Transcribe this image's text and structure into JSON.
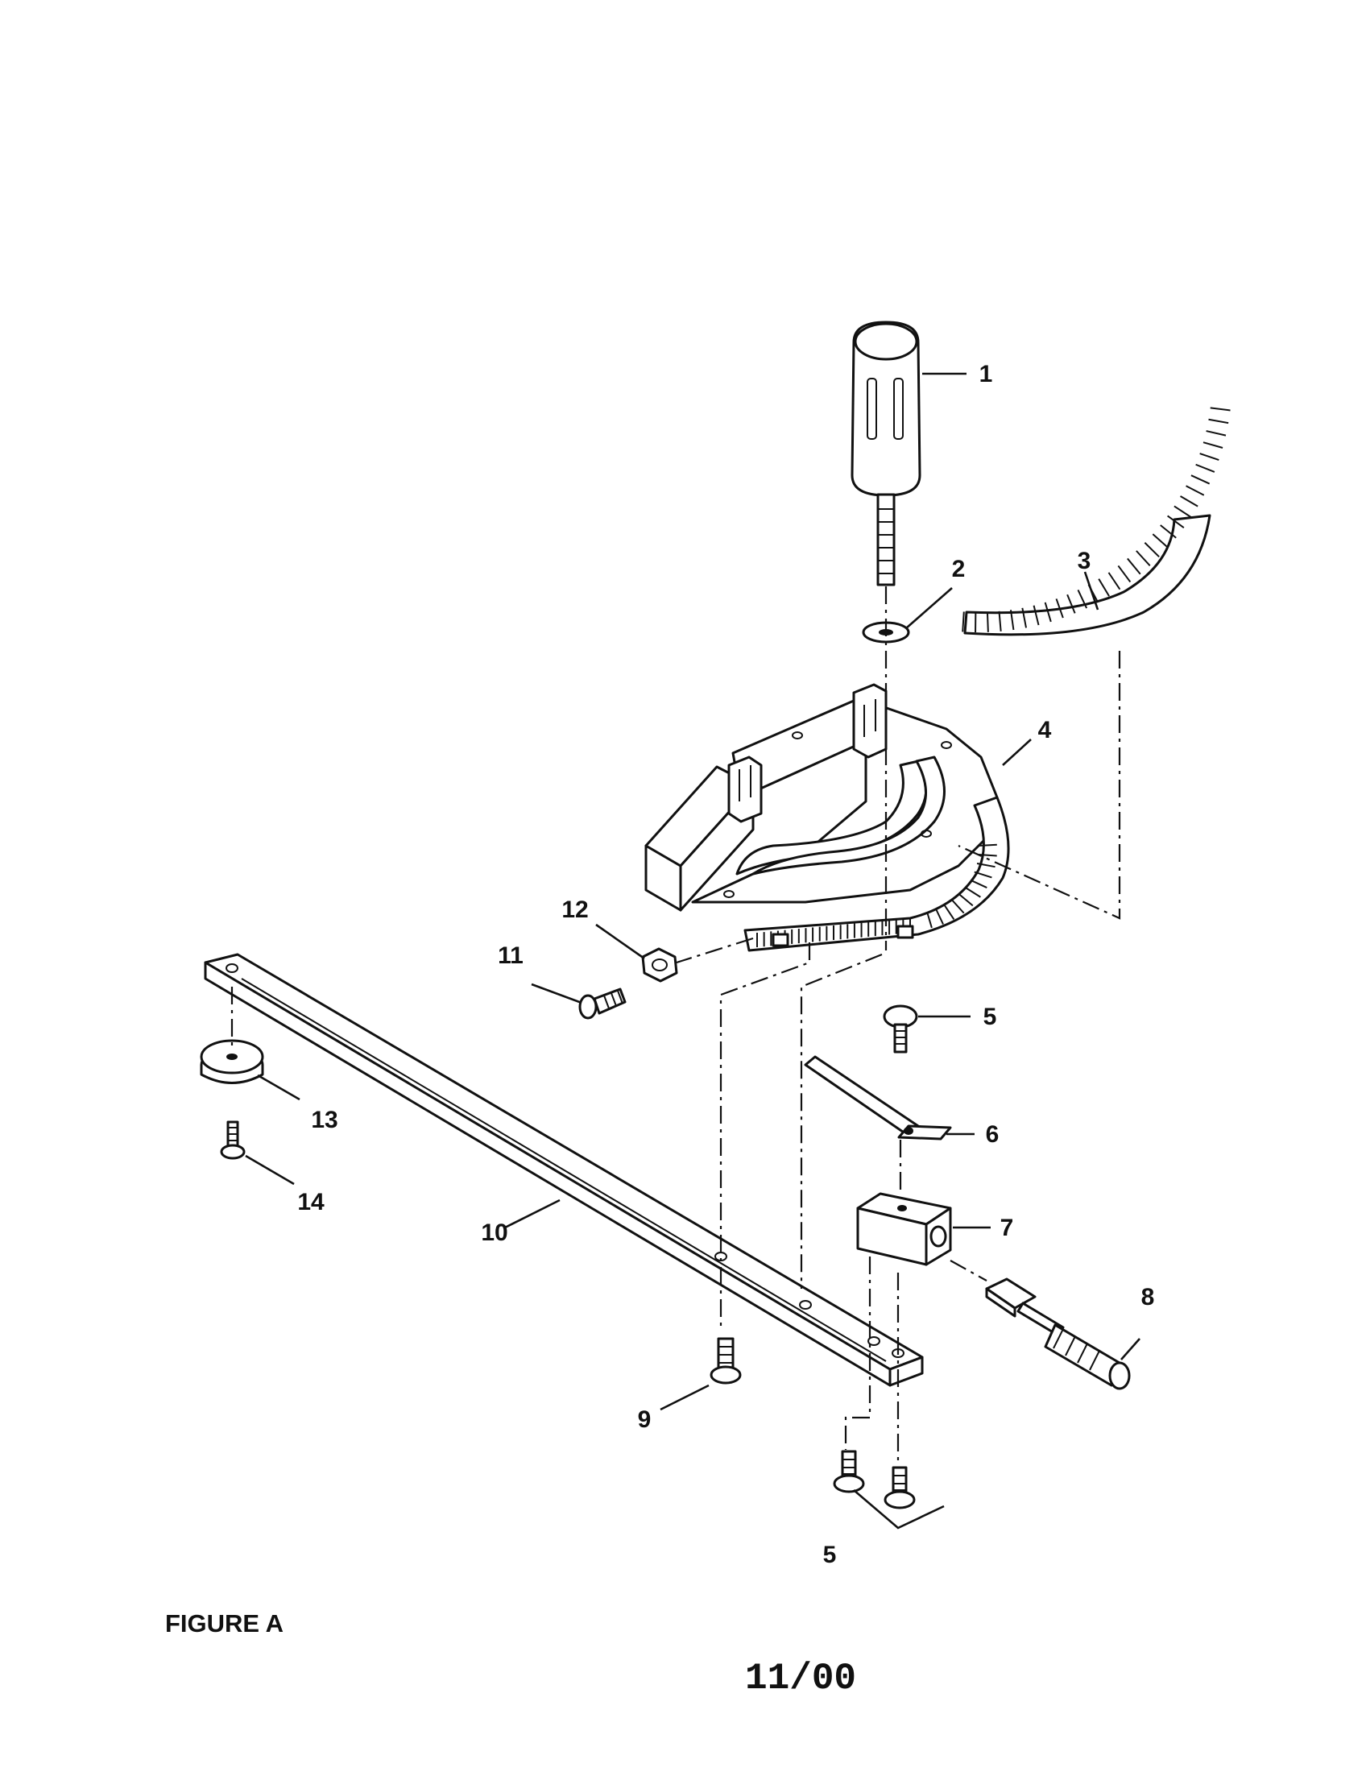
{
  "figure": {
    "label": "FIGURE A"
  },
  "footer": {
    "date_code": "11/00"
  },
  "callouts": {
    "c1": "1",
    "c2": "2",
    "c3": "3",
    "c4": "4",
    "c5_top": "5",
    "c5_bottom": "5",
    "c6": "6",
    "c7": "7",
    "c8": "8",
    "c9": "9",
    "c10": "10",
    "c11": "11",
    "c12": "12",
    "c13": "13",
    "c14": "14"
  }
}
